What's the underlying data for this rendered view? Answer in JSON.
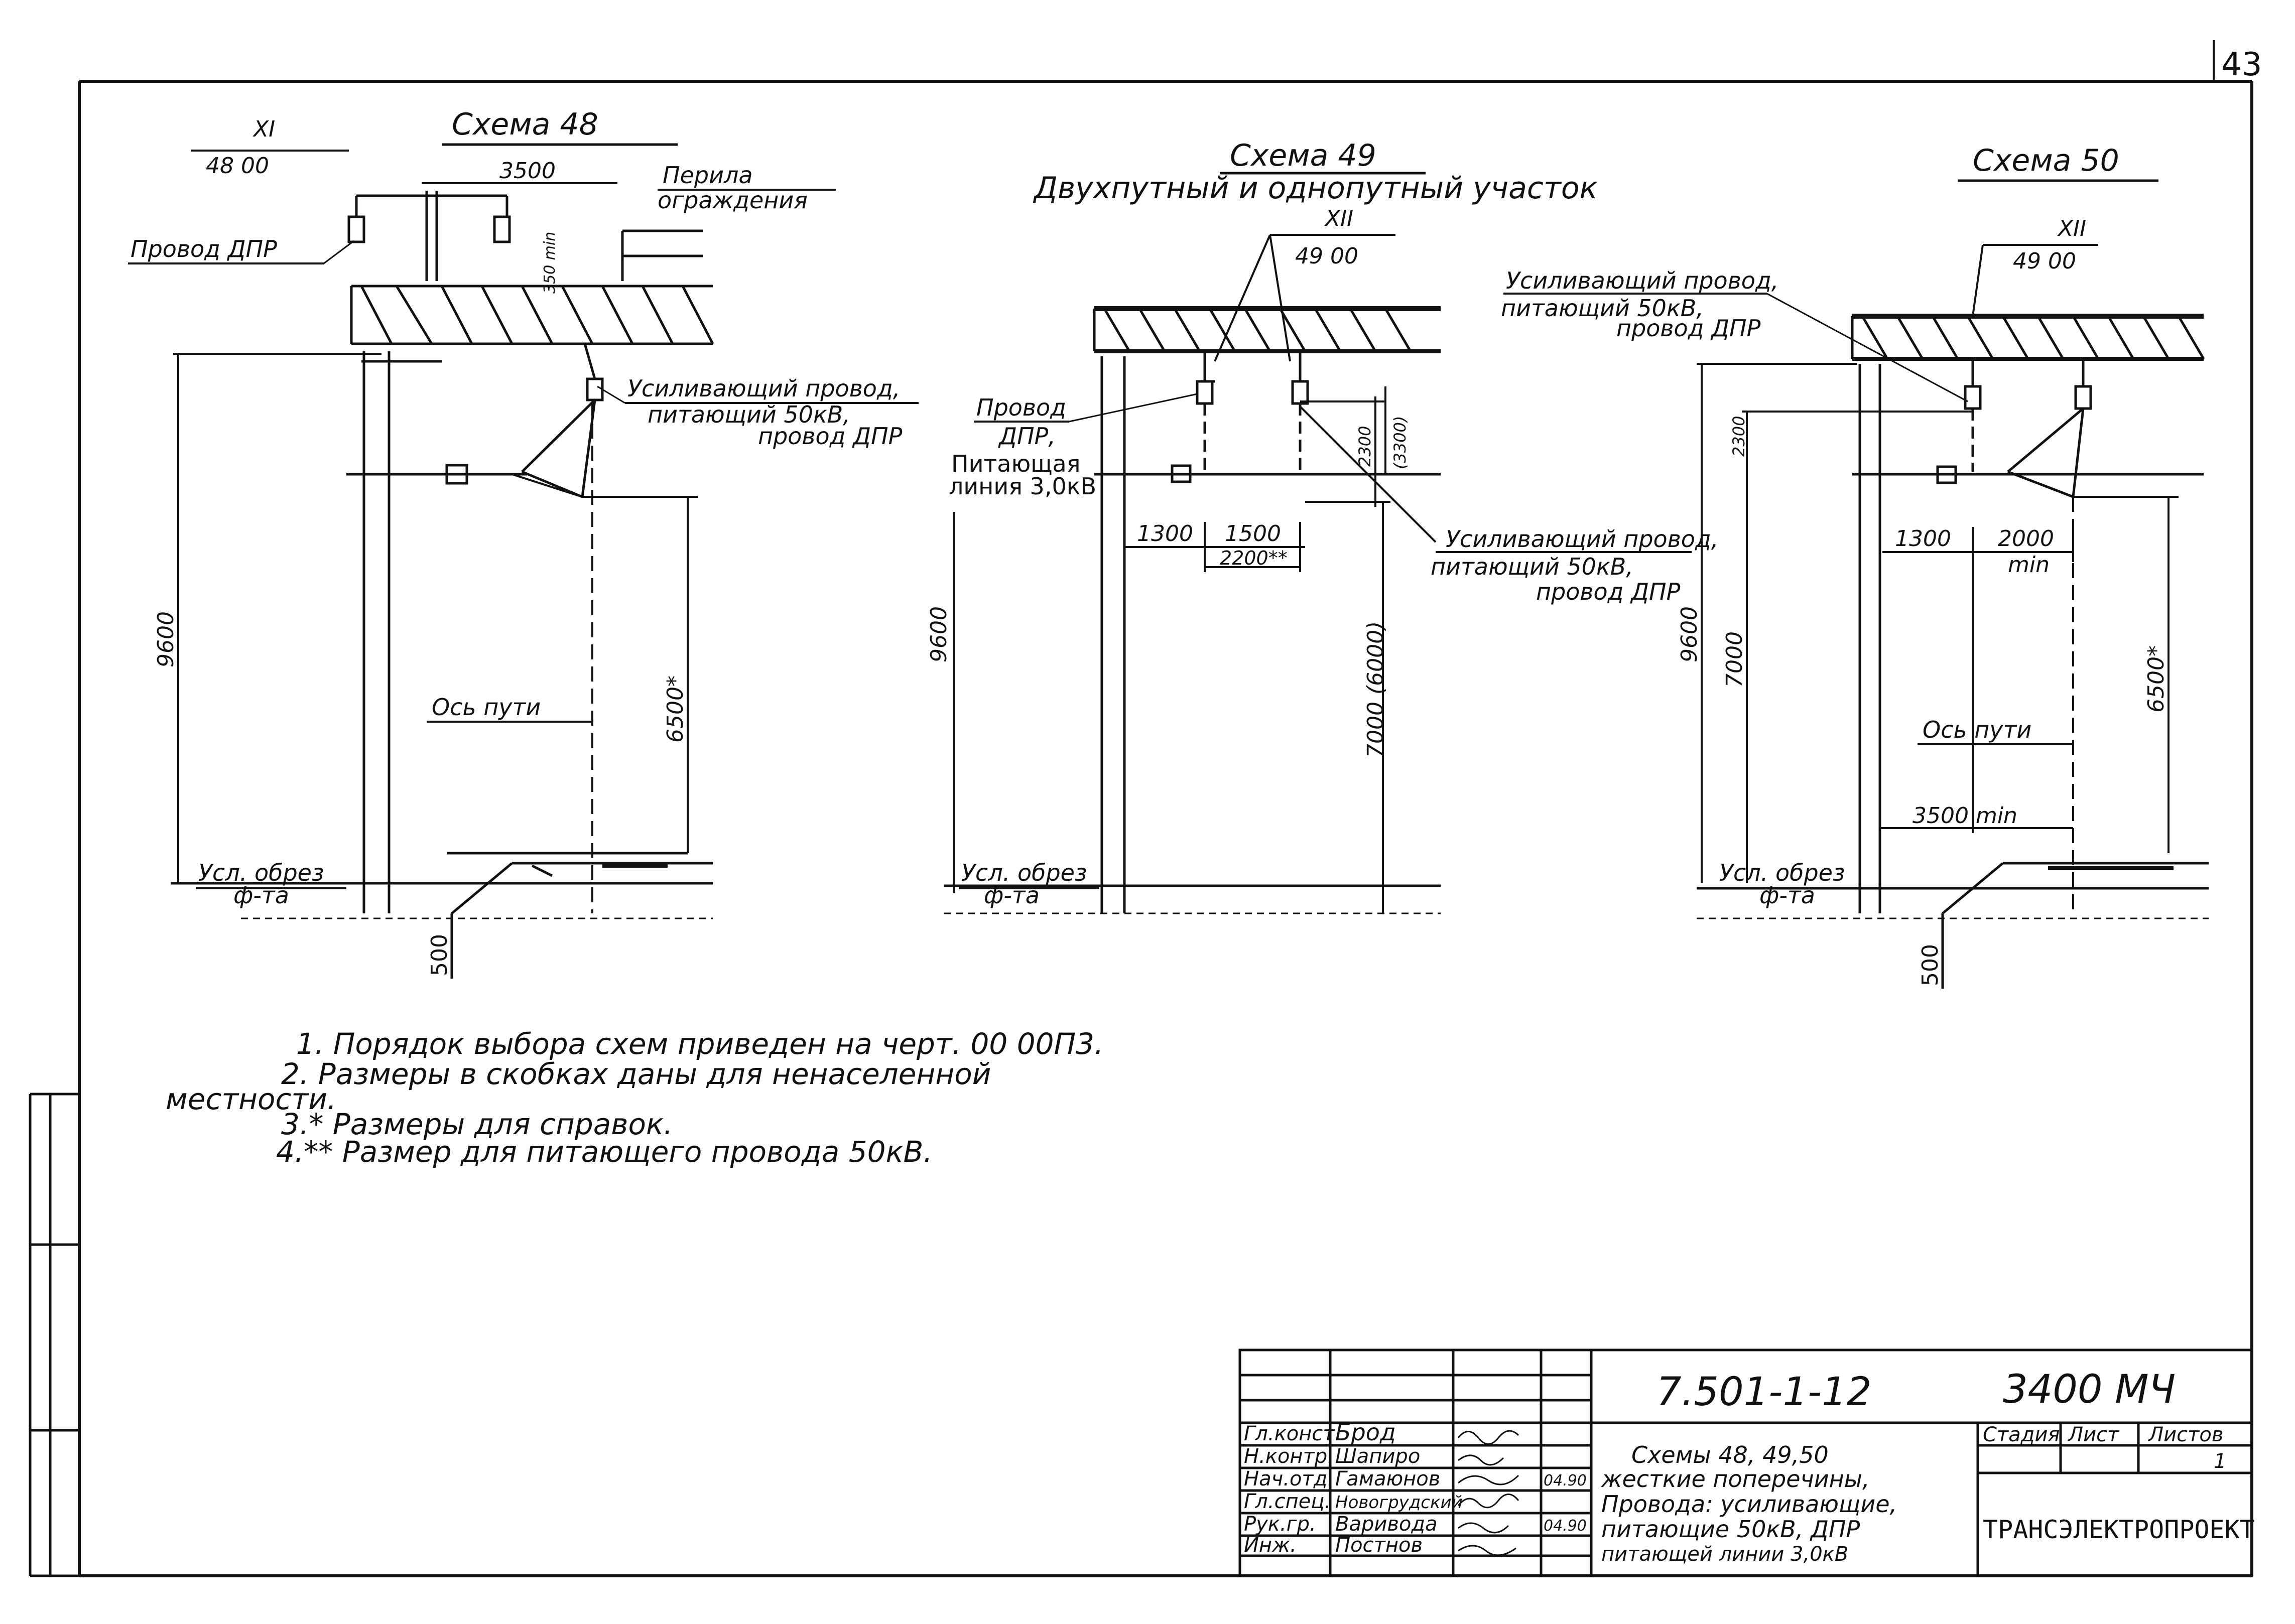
{
  "page": {
    "page_number": "43"
  },
  "scheme48": {
    "title": "Схема 48",
    "marker_top": "XI",
    "marker_bottom": "48 00",
    "dim_span": "3500",
    "railing_label_1": "Перила",
    "railing_label_2": "ограждения",
    "wire_dpr": "Провод ДПР",
    "small_dim": "350 min",
    "reinforcing_1": "Усиливающий провод,",
    "reinforcing_2": "питающий 50кВ,",
    "reinforcing_3": "провод ДПР",
    "height_total": "9600",
    "height_contact": "6500*",
    "track_axis": "Ось пути",
    "foundation_1": "Усл. обрез",
    "foundation_2": "ф-та",
    "depth": "500"
  },
  "scheme49": {
    "title": "Схема 49",
    "subtitle": "Двухпутный и однопутный участок",
    "marker_top": "XII",
    "marker_bottom": "49 00",
    "wire_1": "Провод",
    "wire_2": "ДПР,",
    "feeder_1": "Питающая",
    "feeder_2": "линия 3,0кВ",
    "dim_2300": "2300",
    "dim_3300": "(3300)",
    "dim_1300": "1300",
    "dim_1500": "1500",
    "dim_2200": "2200**",
    "reinforcing_1": "Усиливающий провод,",
    "reinforcing_2": "питающий 50кВ,",
    "reinforcing_3": "провод ДПР",
    "height_total": "9600",
    "height_contact": "7000 (6000)",
    "foundation_1": "Усл. обрез",
    "foundation_2": "ф-та"
  },
  "scheme50": {
    "title": "Схема 50",
    "marker_top": "XII",
    "marker_bottom": "49 00",
    "reinforcing_1": "Усиливающий провод,",
    "reinforcing_2": "питающий 50кВ,",
    "reinforcing_3": "провод ДПР",
    "dim_2300": "2300",
    "dim_1300": "1300",
    "dim_2000": "2000",
    "dim_min": "min",
    "height_total": "9600",
    "height_7000": "7000",
    "height_contact": "6500*",
    "track_axis": "Ось пути",
    "track_offset": "3500 min",
    "foundation_1": "Усл. обрез",
    "foundation_2": "ф-та",
    "depth": "500"
  },
  "notes": [
    "1. Порядок выбора схем приведен на черт. 00 00П3.",
    "2. Размеры в скобках даны для ненаселенной",
    "местности.",
    "3.* Размеры для справок.",
    "4.** Размер для питающего провода 50кВ."
  ],
  "title_block": {
    "doc_code": "7.501-1-12",
    "sheet_code": "3400 МЧ",
    "roles": [
      {
        "role": "Гл.конст",
        "name": "Брод",
        "date": ""
      },
      {
        "role": "Н.контр.",
        "name": "Шапиро",
        "date": ""
      },
      {
        "role": "Нач.отд.",
        "name": "Гамаюнов",
        "date": "04.90"
      },
      {
        "role": "Гл.спец.",
        "name": "Новогрудский",
        "date": ""
      },
      {
        "role": "Рук.гр.",
        "name": "Варивода",
        "date": "04.90"
      },
      {
        "role": "Инж.",
        "name": "Постнов",
        "date": ""
      }
    ],
    "description": [
      "Схемы 48, 49,50",
      "жесткие поперечины,",
      "Провода: усиливающие,",
      "питающие 50кВ, ДПР",
      "питающей линии 3,0кВ"
    ],
    "stage_label": "Стадия",
    "sheet_label": "Лист",
    "sheets_label": "Листов",
    "sheets_value": "1",
    "organization": "ТРАНСЭЛЕКТРОПРОЕКТ"
  }
}
